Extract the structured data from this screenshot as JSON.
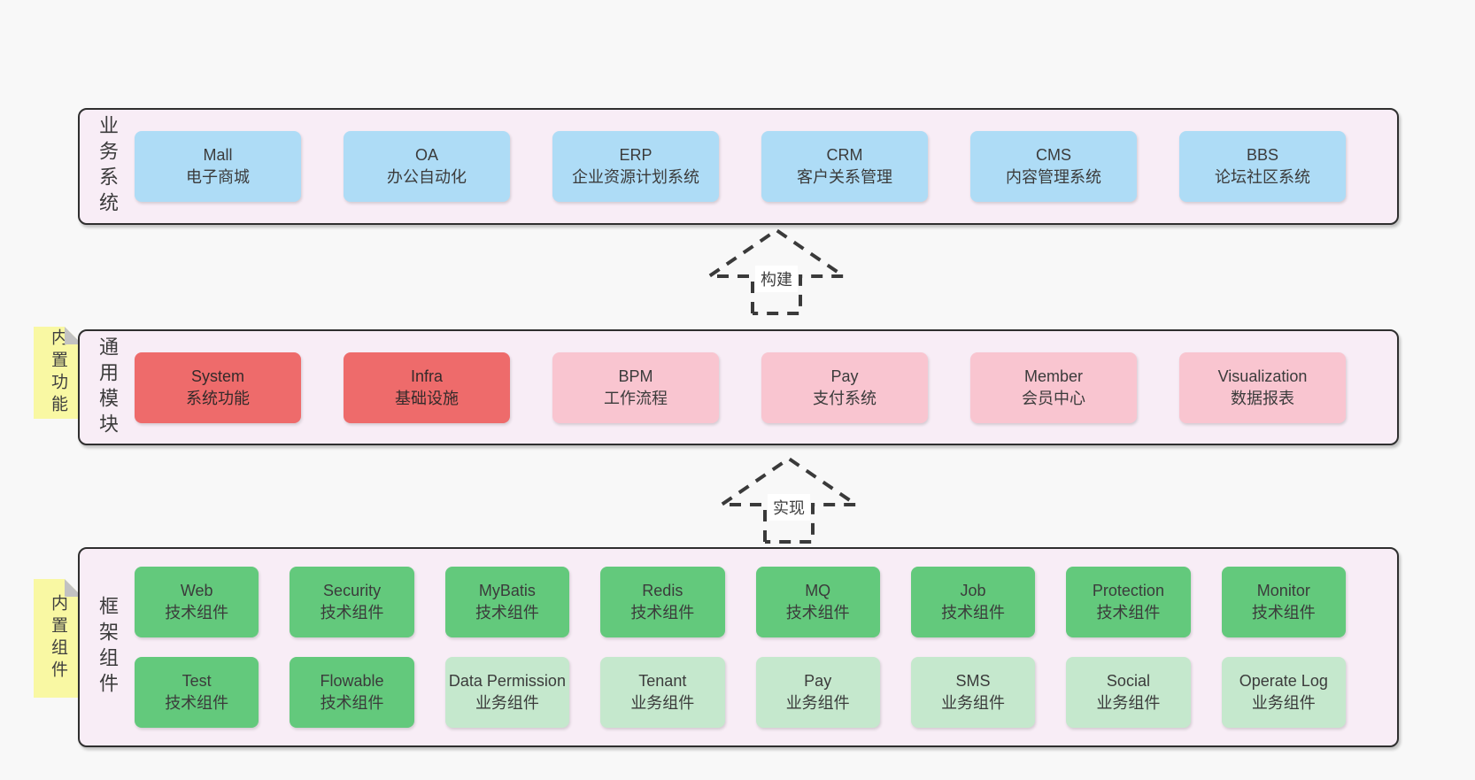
{
  "colors": {
    "page_bg": "#f8f8f8",
    "section_bg": "#f8edf6",
    "section_border": "#2f2f2f",
    "box_blue": "#aedcf6",
    "box_red": "#ee6b6b",
    "box_pink": "#f9c5d0",
    "box_green": "#63c97c",
    "box_green_light": "#c5e8cd",
    "sticky_yellow": "#f9f8a3",
    "fold_gray": "#c2c2c2",
    "text": "#3b3b3b"
  },
  "stickies": [
    {
      "label": "内置功能"
    },
    {
      "label": "内置组件"
    }
  ],
  "arrows": [
    {
      "label": "构建"
    },
    {
      "label": "实现"
    }
  ],
  "sections": [
    {
      "label": "业务系统",
      "boxes": [
        {
          "en": "Mall",
          "zh": "电子商城"
        },
        {
          "en": "OA",
          "zh": "办公自动化"
        },
        {
          "en": "ERP",
          "zh": "企业资源计划系统"
        },
        {
          "en": "CRM",
          "zh": "客户关系管理"
        },
        {
          "en": "CMS",
          "zh": "内容管理系统"
        },
        {
          "en": "BBS",
          "zh": "论坛社区系统"
        }
      ]
    },
    {
      "label": "通用模块",
      "boxes": [
        {
          "en": "System",
          "zh": "系统功能"
        },
        {
          "en": "Infra",
          "zh": "基础设施"
        },
        {
          "en": "BPM",
          "zh": "工作流程"
        },
        {
          "en": "Pay",
          "zh": "支付系统"
        },
        {
          "en": "Member",
          "zh": "会员中心"
        },
        {
          "en": "Visualization",
          "zh": "数据报表"
        }
      ]
    },
    {
      "label": "框架组件",
      "rows": [
        {
          "boxes": [
            {
              "en": "Web",
              "zh": "技术组件"
            },
            {
              "en": "Security",
              "zh": "技术组件"
            },
            {
              "en": "MyBatis",
              "zh": "技术组件"
            },
            {
              "en": "Redis",
              "zh": "技术组件"
            },
            {
              "en": "MQ",
              "zh": "技术组件"
            },
            {
              "en": "Job",
              "zh": "技术组件"
            },
            {
              "en": "Protection",
              "zh": "技术组件"
            },
            {
              "en": "Monitor",
              "zh": "技术组件"
            }
          ]
        },
        {
          "boxes": [
            {
              "en": "Test",
              "zh": "技术组件"
            },
            {
              "en": "Flowable",
              "zh": "技术组件"
            },
            {
              "en": "Data Permission",
              "zh": "业务组件"
            },
            {
              "en": "Tenant",
              "zh": "业务组件"
            },
            {
              "en": "Pay",
              "zh": "业务组件"
            },
            {
              "en": "SMS",
              "zh": "业务组件"
            },
            {
              "en": "Social",
              "zh": "业务组件"
            },
            {
              "en": "Operate Log",
              "zh": "业务组件"
            }
          ]
        }
      ]
    }
  ]
}
